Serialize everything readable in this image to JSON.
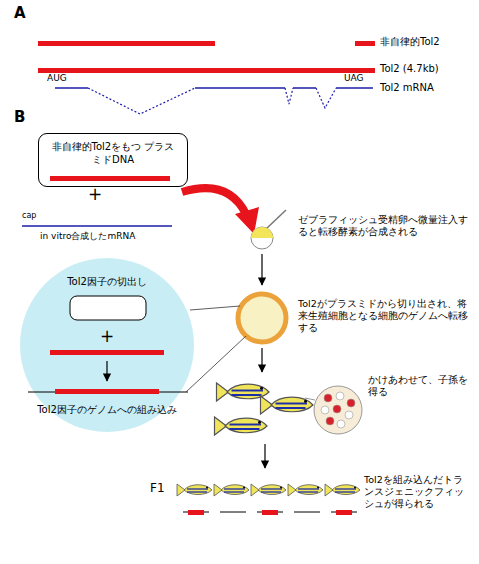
{
  "diagram": {
    "nodes": [
      {
        "text": [
          "非自律的Tol2をもつ プラスミドDNA"
        ]
      },
      {
        "text": [
          "Tol2因子の切出し",
          "+",
          "Tol2因子のゲノムへの組み込み"
        ]
      }
    ],
    "labels": [
      "A",
      "非自律的Tol2",
      "Tol2 (4.7kb)",
      "AUG",
      "UAG",
      "Tol2 mRNA",
      "B",
      "+",
      "cap",
      "in vitro合成したmRNA",
      "ゼブラフィッシュ受精卵へ微量注入すると転移酵素が合成される",
      "Tol2がプラスミドから切り出され、将来生殖細胞となる細胞のゲノムへ転移する",
      "かけあわせて、子孫を得る",
      "F1",
      "Tol2を組み込んだトランスジェニックフィッシュが得られる"
    ]
  }
}
